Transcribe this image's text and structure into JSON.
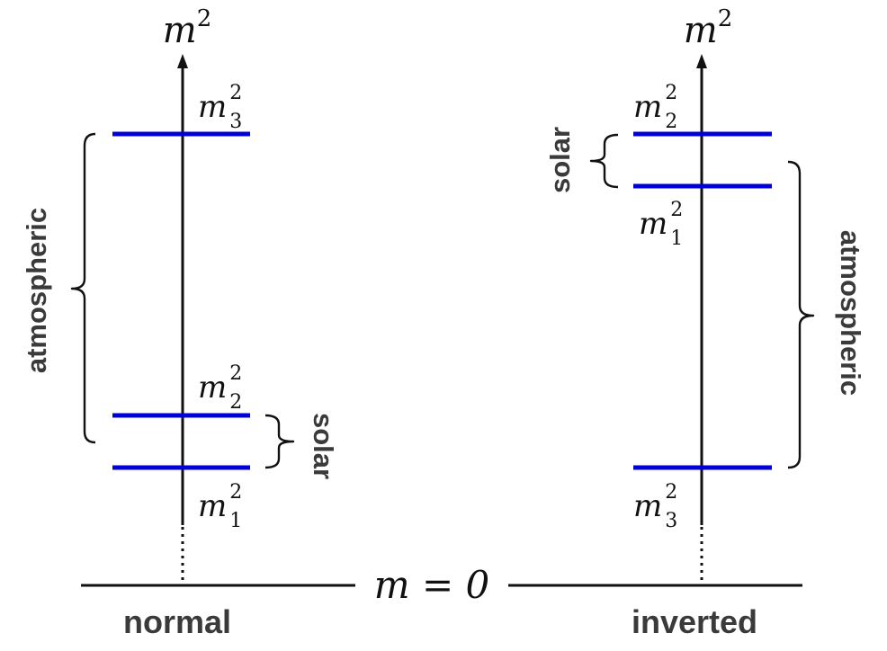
{
  "axis_label": {
    "base": "m",
    "exp": "2"
  },
  "baseline_label": "m = 0",
  "normal": {
    "title": "normal",
    "levels": [
      {
        "base": "m",
        "exp": "2",
        "sub": "3"
      },
      {
        "base": "m",
        "exp": "2",
        "sub": "2"
      },
      {
        "base": "m",
        "exp": "2",
        "sub": "1"
      }
    ],
    "solar_label": "solar",
    "atmospheric_label": "atmospheric"
  },
  "inverted": {
    "title": "inverted",
    "levels": [
      {
        "base": "m",
        "exp": "2",
        "sub": "2"
      },
      {
        "base": "m",
        "exp": "2",
        "sub": "1"
      },
      {
        "base": "m",
        "exp": "2",
        "sub": "3"
      }
    ],
    "solar_label": "solar",
    "atmospheric_label": "atmospheric"
  },
  "colors": {
    "level": "#0000d8",
    "axis": "#111111",
    "label": "#3a3a3a"
  }
}
